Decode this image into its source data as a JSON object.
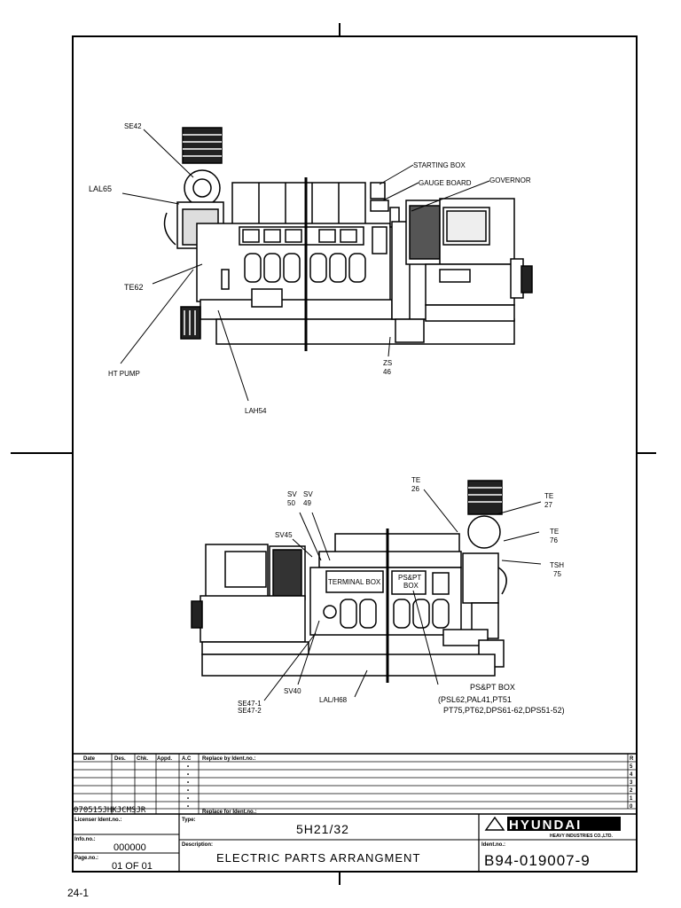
{
  "labels": {
    "top": {
      "se42": "SE42",
      "lal65": "LAL65",
      "te62": "TE62",
      "ht_pump": "HT PUMP",
      "lah54": "LAH54",
      "starting_box": "STARTING BOX",
      "gauge_board": "GAUGE BOARD",
      "governor": "GOVERNOR",
      "zs_1": "ZS",
      "zs_2": "46"
    },
    "bottom": {
      "sv50_1": "SV",
      "sv50_2": "50",
      "sv49_1": "SV",
      "sv49_2": "49",
      "sv45": "SV45",
      "te26_1": "TE",
      "te26_2": "26",
      "te27_1": "TE",
      "te27_2": "27",
      "te76_1": "TE",
      "te76_2": "76",
      "tsh75_1": "TSH",
      "tsh75_2": "75",
      "terminal_box": "TERMINAL BOX",
      "pspt_1": "PS&PT",
      "pspt_2": "BOX",
      "sv40": "SV40",
      "se47_1": "SE47-1",
      "se47_2": "SE47-2",
      "lal_h68": "LAL/H68",
      "pspt_box": "PS&PT BOX",
      "pspt_list1": "(PSL62,PAL41,PT51",
      "pspt_list2": "PT75,PT62,DPS61-62,DPS51-52)"
    }
  },
  "title_block": {
    "headers": {
      "date": "Date",
      "des": "Des.",
      "chk": "Chk.",
      "appd": "Appd.",
      "ac": "A.C",
      "replace_by": "Replace by Ident.no.:",
      "replace_for": "Replace for Ident.no.:"
    },
    "revisions": [
      "R",
      "5",
      "4",
      "3",
      "2",
      "1",
      "0"
    ],
    "record": "070515JHKJCMSJR",
    "licenser_label": "Licenser Ident.no.:",
    "info_label": "Info.no.:",
    "info_value": "000000",
    "page_label": "Page.no.:",
    "page_value": "01 OF 01",
    "type_label": "Type:",
    "type_value": "5H21/32",
    "desc_label": "Description:",
    "desc_value": "ELECTRIC PARTS ARRANGMENT",
    "brand": "HYUNDAI",
    "brand_sub": "HEAVY INDUSTRIES CO.,LTD.",
    "ident_label": "Ident.no.:",
    "ident_value": "B94-019007-9"
  },
  "page_number": "24-1"
}
